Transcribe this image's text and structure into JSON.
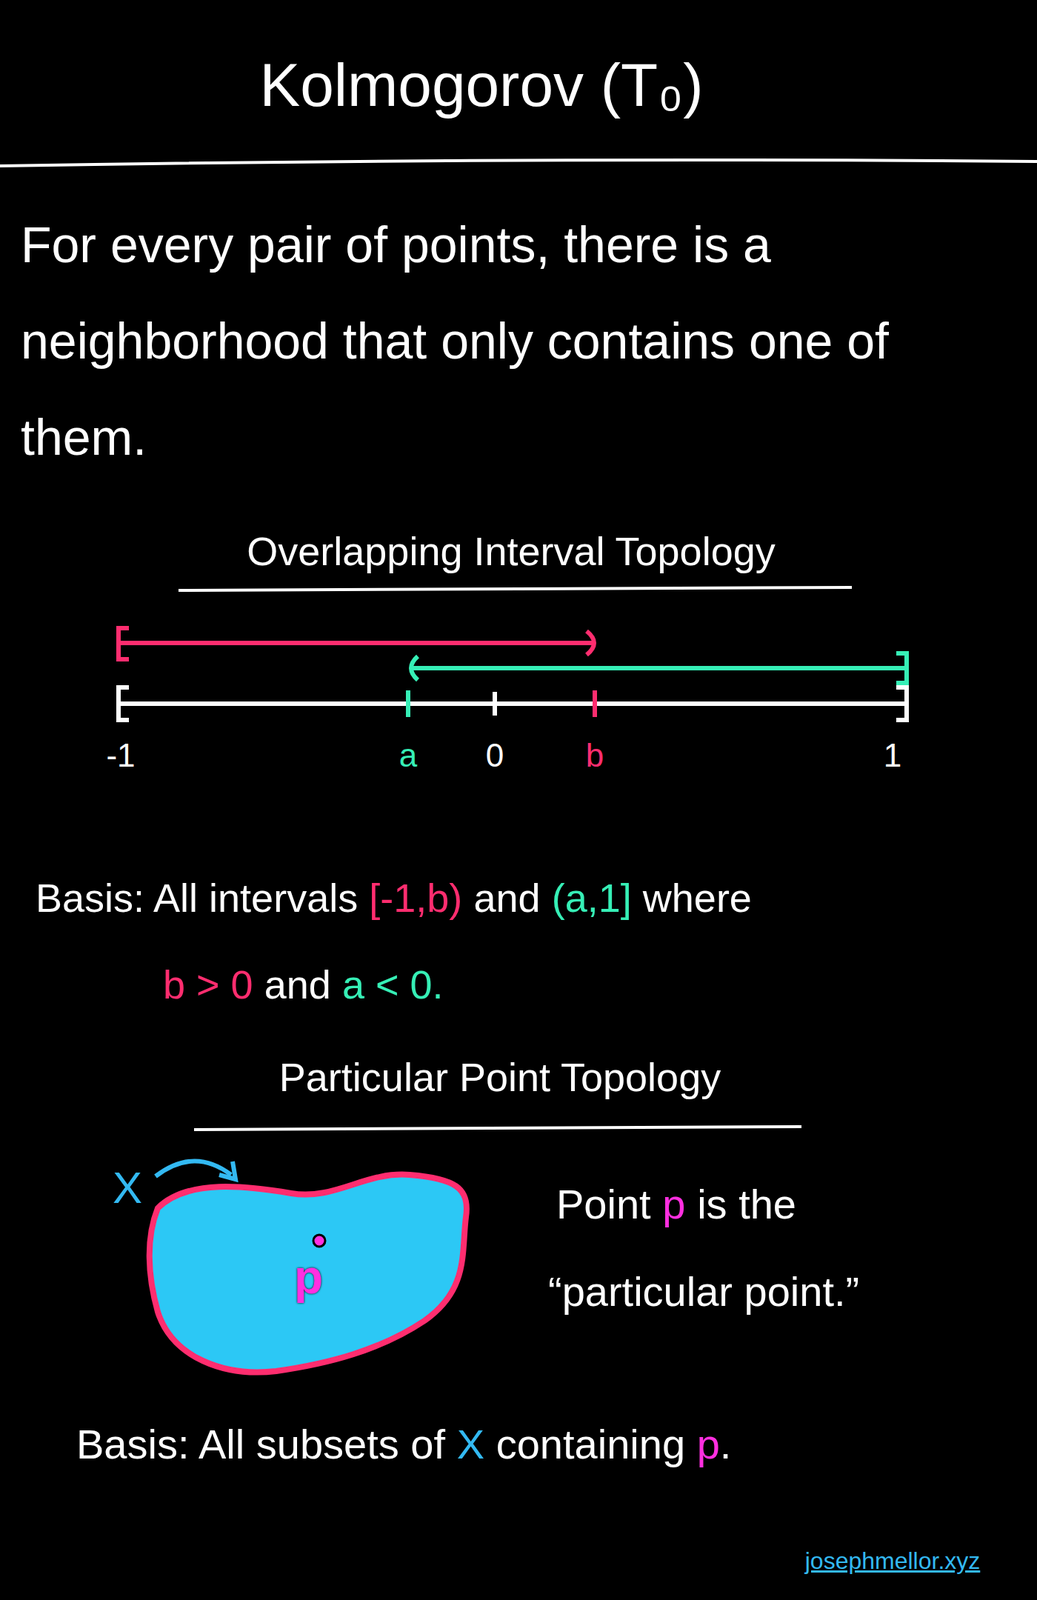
{
  "diagram": {
    "title": "Kolmogorov (T₀)",
    "nodes": [
      {
        "text": [
          "p"
        ]
      }
    ],
    "labels": [
      "For every pair of points, there is a neighborhood that only contains one of them.",
      "Overlapping Interval Topology",
      "-1",
      "a",
      "0",
      "b",
      "1",
      "Basis: All intervals",
      "[-1,b)",
      "and",
      "(a,1]",
      "where",
      "b > 0",
      "and",
      "a < 0.",
      "Particular Point Topology",
      "X",
      "Point",
      "p",
      "is the",
      "“particular point.”",
      "Basis: All subsets of",
      "X",
      "containing",
      "p",
      ".",
      "josephmellor.xyz"
    ]
  }
}
